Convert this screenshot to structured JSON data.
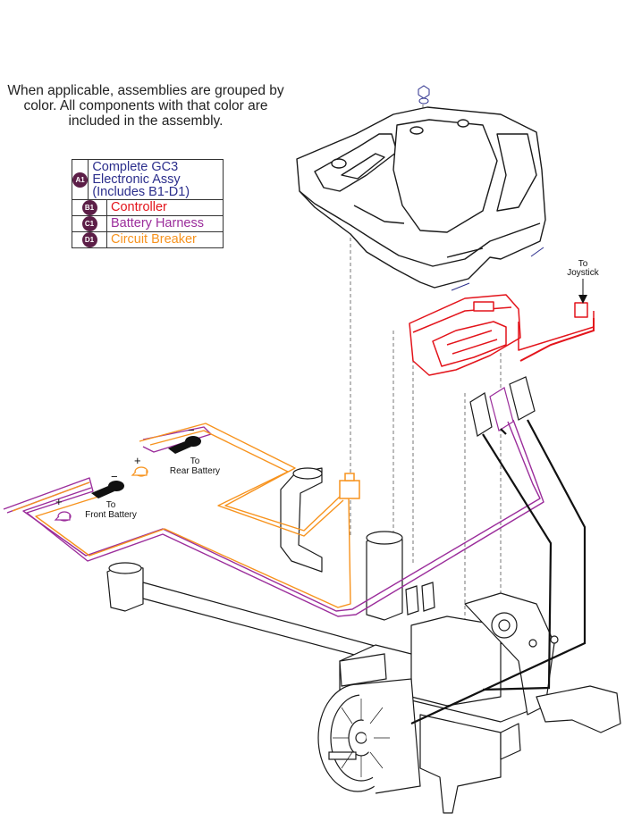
{
  "note": "When applicable, assemblies are grouped by color. All components with that color are included in the assembly.",
  "legend": [
    {
      "code": "A1",
      "text": "Complete GC3 Electronic Assy (Includes B1-D1)",
      "color": "#2b2e8c"
    },
    {
      "code": "B1",
      "text": "Controller",
      "color": "#e3141b"
    },
    {
      "code": "C1",
      "text": "Battery Harness",
      "color": "#9b2d9b"
    },
    {
      "code": "D1",
      "text": "Circuit Breaker",
      "color": "#f7931e"
    }
  ],
  "labels": {
    "joystick": [
      "To",
      "Joystick"
    ],
    "rear_battery": [
      "To",
      "Rear Battery"
    ],
    "front_battery": [
      "To",
      "Front Battery"
    ],
    "plus": "+",
    "minus": "−"
  },
  "colors": {
    "controller": "#e3141b",
    "harness": "#9b2d9b",
    "breaker": "#f7931e",
    "outline": "#1a1a1a",
    "badge": "#5c1e47"
  }
}
